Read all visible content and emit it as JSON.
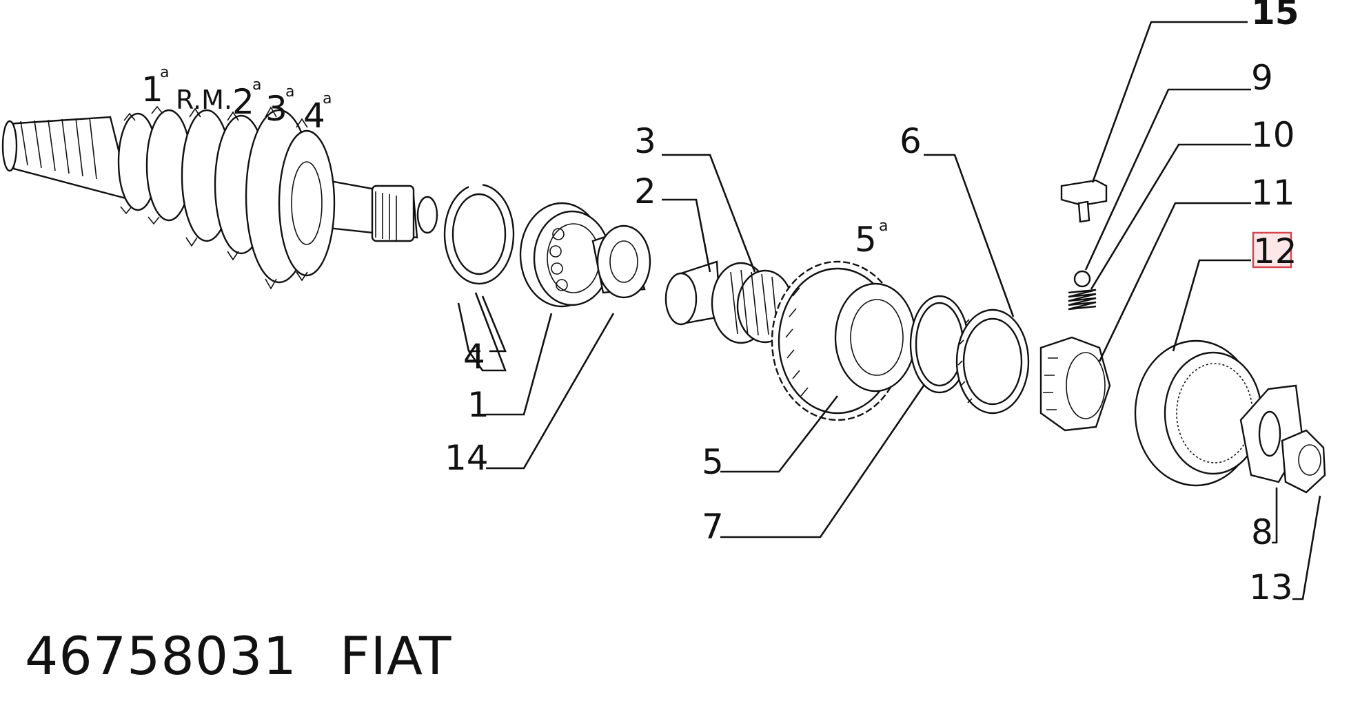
{
  "gear_labels": [
    "1",
    "R.M.",
    "2",
    "3",
    "4",
    "5"
  ],
  "gear_superscript": "a",
  "callouts": [
    "1",
    "2",
    "3",
    "4",
    "5",
    "6",
    "7",
    "8",
    "9",
    "10",
    "11",
    "12",
    "13",
    "14",
    "15"
  ],
  "highlighted_callout": "12",
  "part_number": "46758031",
  "brand": "FIAT",
  "colors": {
    "highlight": "#d64550",
    "line": "#111111"
  }
}
